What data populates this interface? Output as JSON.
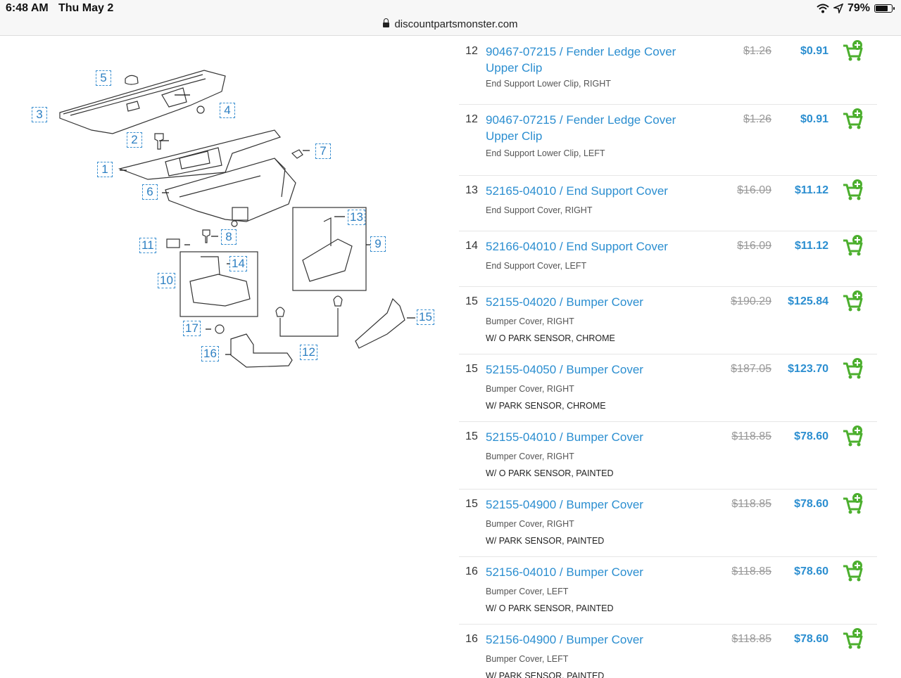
{
  "status_bar": {
    "time": "6:48 AM",
    "date": "Thu May 2",
    "battery_percent": "79%",
    "battery_level": 0.79
  },
  "browser": {
    "url": "discountpartsmonster.com"
  },
  "colors": {
    "link": "#2b8ed0",
    "cart": "#4caf2e",
    "callout": "#3a8fd0"
  },
  "diagram": {
    "callouts": [
      "5",
      "3",
      "4",
      "2",
      "7",
      "1",
      "6",
      "13",
      "9",
      "8",
      "11",
      "14",
      "10",
      "17",
      "15",
      "16",
      "12"
    ]
  },
  "parts": [
    {
      "ref": "12",
      "name": "90467-07215 / Fender Ledge Cover Upper Clip",
      "desc": "End Support Lower Clip, RIGHT",
      "note": "",
      "msrp": "$1.26",
      "price": "$0.91"
    },
    {
      "ref": "12",
      "name": "90467-07215 / Fender Ledge Cover Upper Clip",
      "desc": "End Support Lower Clip, LEFT",
      "note": "",
      "msrp": "$1.26",
      "price": "$0.91"
    },
    {
      "ref": "13",
      "name": "52165-04010 / End Support Cover",
      "desc": "End Support Cover, RIGHT",
      "note": "",
      "msrp": "$16.09",
      "price": "$11.12"
    },
    {
      "ref": "14",
      "name": "52166-04010 / End Support Cover",
      "desc": "End Support Cover, LEFT",
      "note": "",
      "msrp": "$16.09",
      "price": "$11.12"
    },
    {
      "ref": "15",
      "name": "52155-04020 / Bumper Cover",
      "desc": "Bumper Cover, RIGHT",
      "note": "W/ O PARK SENSOR, CHROME",
      "msrp": "$190.29",
      "price": "$125.84"
    },
    {
      "ref": "15",
      "name": "52155-04050 / Bumper Cover",
      "desc": "Bumper Cover, RIGHT",
      "note": "W/ PARK SENSOR, CHROME",
      "msrp": "$187.05",
      "price": "$123.70"
    },
    {
      "ref": "15",
      "name": "52155-04010 / Bumper Cover",
      "desc": "Bumper Cover, RIGHT",
      "note": "W/ O PARK SENSOR, PAINTED",
      "msrp": "$118.85",
      "price": "$78.60"
    },
    {
      "ref": "15",
      "name": "52155-04900 / Bumper Cover",
      "desc": "Bumper Cover, RIGHT",
      "note": "W/ PARK SENSOR, PAINTED",
      "msrp": "$118.85",
      "price": "$78.60"
    },
    {
      "ref": "16",
      "name": "52156-04010 / Bumper Cover",
      "desc": "Bumper Cover, LEFT",
      "note": "W/ O PARK SENSOR, PAINTED",
      "msrp": "$118.85",
      "price": "$78.60"
    },
    {
      "ref": "16",
      "name": "52156-04900 / Bumper Cover",
      "desc": "Bumper Cover, LEFT",
      "note": "W/ PARK SENSOR, PAINTED",
      "msrp": "$118.85",
      "price": "$78.60"
    }
  ]
}
